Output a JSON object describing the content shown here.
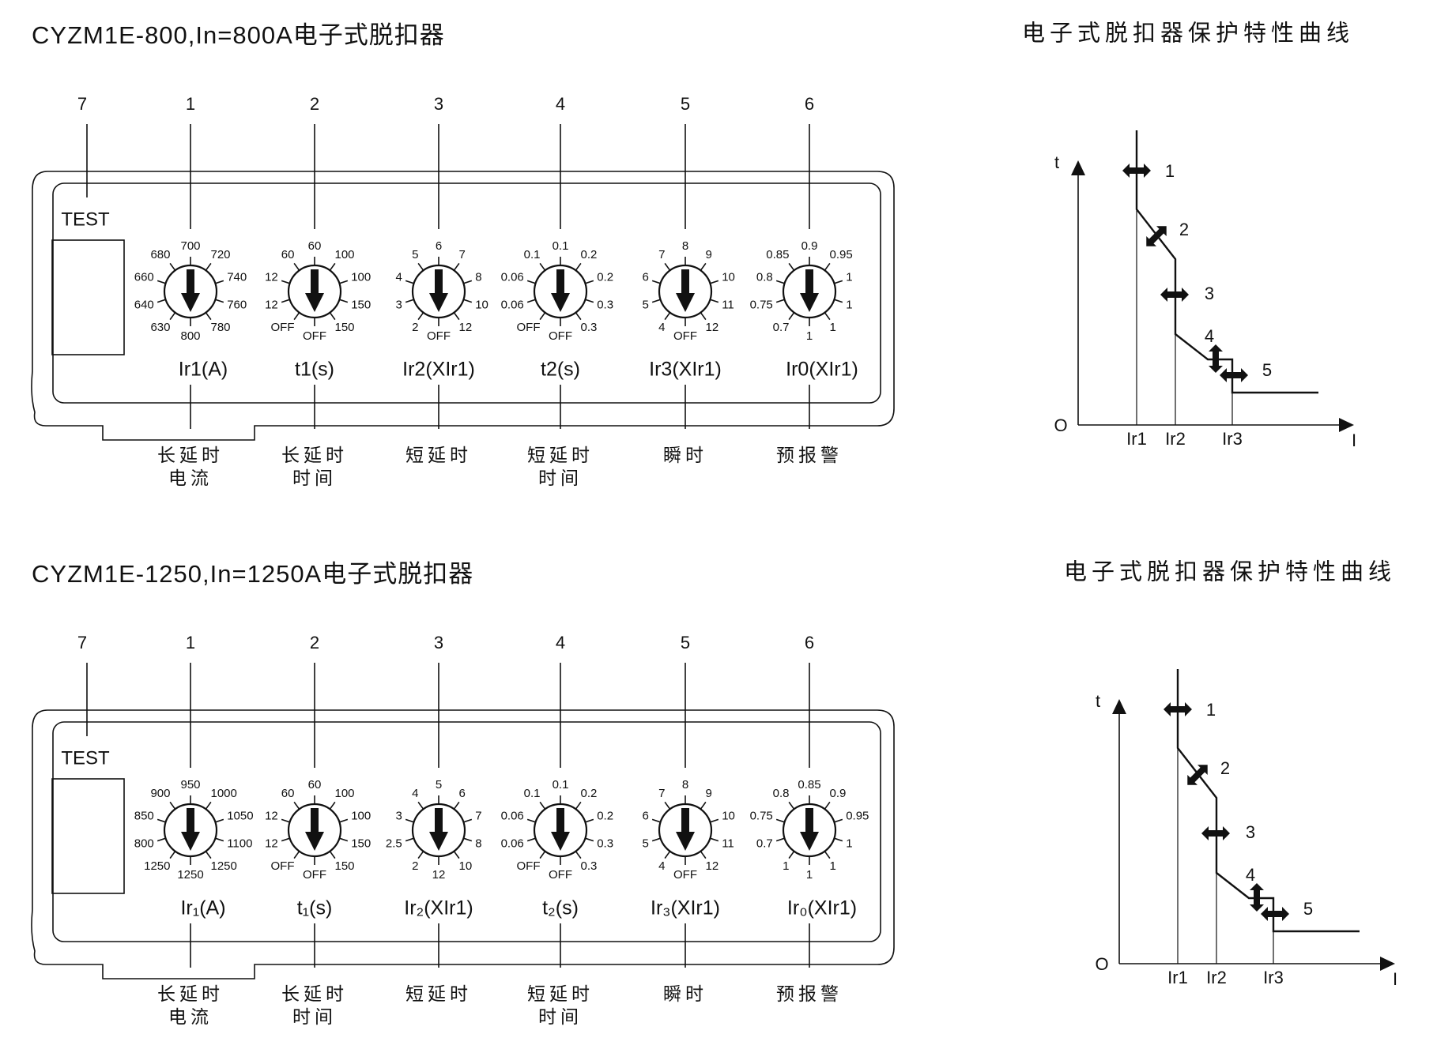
{
  "sections": [
    {
      "title": "CYZM1E-800,In=800A电子式脱扣器",
      "curve_title": "电子式脱扣器保护特性曲线",
      "test_label": "TEST",
      "test_callout": "7",
      "dials": [
        {
          "callout": "1",
          "caption": "Ir1(A)",
          "cn": [
            "长延时",
            "电流"
          ],
          "labels": [
            "700",
            "720",
            "740",
            "760",
            "780",
            "800",
            "630",
            "640",
            "660",
            "680"
          ]
        },
        {
          "callout": "2",
          "caption": "t1(s)",
          "cn": [
            "长延时",
            "时间"
          ],
          "labels": [
            "60",
            "100",
            "100",
            "150",
            "150",
            "OFF",
            "OFF",
            "12",
            "12",
            "60"
          ]
        },
        {
          "callout": "3",
          "caption": "Ir2(XIr1)",
          "cn": [
            "短延时"
          ],
          "labels": [
            "6",
            "7",
            "8",
            "10",
            "12",
            "OFF",
            "2",
            "3",
            "4",
            "5"
          ]
        },
        {
          "callout": "4",
          "caption": "t2(s)",
          "cn": [
            "短延时",
            "时间"
          ],
          "labels": [
            "0.1",
            "0.2",
            "0.2",
            "0.3",
            "0.3",
            "OFF",
            "OFF",
            "0.06",
            "0.06",
            "0.1"
          ]
        },
        {
          "callout": "5",
          "caption": "Ir3(XIr1)",
          "cn": [
            "瞬时"
          ],
          "labels": [
            "8",
            "9",
            "10",
            "11",
            "12",
            "OFF",
            "4",
            "5",
            "6",
            "7"
          ]
        },
        {
          "callout": "6",
          "caption": "Ir0(XIr1)",
          "cn": [
            "预报警"
          ],
          "labels": [
            "0.9",
            "0.95",
            "1",
            "1",
            "1",
            "1",
            "0.7",
            "0.75",
            "0.8",
            "0.85"
          ]
        }
      ],
      "chart": {
        "t_label": "t",
        "origin": "O",
        "i_label": "I",
        "x_ticks": [
          "Ir1",
          "Ir2",
          "Ir3"
        ],
        "markers": [
          "1",
          "2",
          "3",
          "4",
          "5"
        ]
      }
    },
    {
      "title": "CYZM1E-1250,In=1250A电子式脱扣器",
      "curve_title": "电子式脱扣器保护特性曲线",
      "test_label": "TEST",
      "test_callout": "7",
      "dials": [
        {
          "callout": "1",
          "caption": "Ir₁(A)",
          "cn": [
            "长延时",
            "电流"
          ],
          "labels": [
            "950",
            "1000",
            "1050",
            "1100",
            "1250",
            "1250",
            "1250",
            "800",
            "850",
            "900"
          ]
        },
        {
          "callout": "2",
          "caption": "t₁(s)",
          "cn": [
            "长延时",
            "时间"
          ],
          "labels": [
            "60",
            "100",
            "100",
            "150",
            "150",
            "OFF",
            "OFF",
            "12",
            "12",
            "60"
          ]
        },
        {
          "callout": "3",
          "caption": "Ir₂(XIr1)",
          "cn": [
            "短延时"
          ],
          "labels": [
            "5",
            "6",
            "7",
            "8",
            "10",
            "12",
            "2",
            "2.5",
            "3",
            "4"
          ]
        },
        {
          "callout": "4",
          "caption": "t₂(s)",
          "cn": [
            "短延时",
            "时间"
          ],
          "labels": [
            "0.1",
            "0.2",
            "0.2",
            "0.3",
            "0.3",
            "OFF",
            "OFF",
            "0.06",
            "0.06",
            "0.1"
          ]
        },
        {
          "callout": "5",
          "caption": "Ir₃(XIr1)",
          "cn": [
            "瞬时"
          ],
          "labels": [
            "8",
            "9",
            "10",
            "11",
            "12",
            "OFF",
            "4",
            "5",
            "6",
            "7"
          ]
        },
        {
          "callout": "6",
          "caption": "Ir₀(XIr1)",
          "cn": [
            "预报警"
          ],
          "labels": [
            "0.85",
            "0.9",
            "0.95",
            "1",
            "1",
            "1",
            "1",
            "0.7",
            "0.75",
            "0.8"
          ]
        }
      ],
      "chart": {
        "t_label": "t",
        "origin": "O",
        "i_label": "I",
        "x_ticks": [
          "Ir1",
          "Ir2",
          "Ir3"
        ],
        "markers": [
          "1",
          "2",
          "3",
          "4",
          "5"
        ]
      }
    }
  ]
}
